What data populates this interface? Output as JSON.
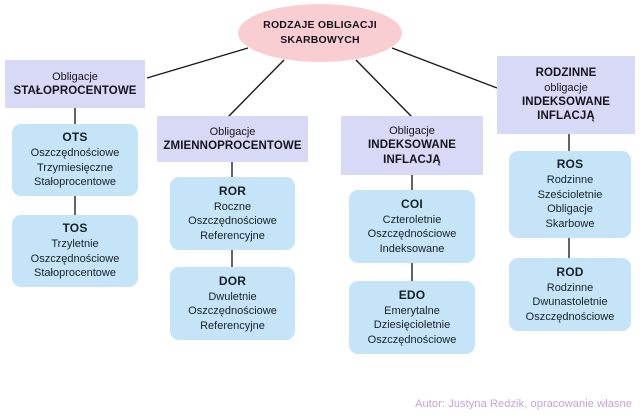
{
  "diagram": {
    "root": {
      "label_line1": "RODZAJE OBLIGACJI",
      "label_line2": "SKARBOWYCH",
      "color": "#f9ced3"
    },
    "category_color": "#d8d8f7",
    "bond_color": "#c6e4f8",
    "connector_color": "#1a1a1a",
    "branches": [
      {
        "id": "staloprocentowe",
        "header_lines": [
          {
            "text": "Obligacje",
            "bold": false
          },
          {
            "text": "STAŁOPROCENTOWE",
            "bold": true
          }
        ],
        "bonds": [
          {
            "code": "OTS",
            "lines": [
              "Oszczędnościowe",
              "Trzymiesięczne",
              "Stałoprocentowe"
            ]
          },
          {
            "code": "TOS",
            "lines": [
              "Trzyletnie",
              "Oszczędnościowe",
              "Stałoprocentowe"
            ]
          }
        ]
      },
      {
        "id": "zmiennoprocentowe",
        "header_lines": [
          {
            "text": "Obligacje",
            "bold": false
          },
          {
            "text": "ZMIENNOPROCENTOWE",
            "bold": true
          }
        ],
        "bonds": [
          {
            "code": "ROR",
            "lines": [
              "Roczne",
              "Oszczędnościowe",
              "Referencyjne"
            ]
          },
          {
            "code": "DOR",
            "lines": [
              "Dwuletnie",
              "Oszczędnościowe",
              "Referencyjne"
            ]
          }
        ]
      },
      {
        "id": "indeksowane-inflacja",
        "header_lines": [
          {
            "text": "Obligacje",
            "bold": false
          },
          {
            "text": "INDEKSOWANE",
            "bold": true
          },
          {
            "text": "INFLACJĄ",
            "bold": true
          }
        ],
        "bonds": [
          {
            "code": "COI",
            "lines": [
              "Czteroletnie",
              "Oszczędnościowe",
              "Indeksowane"
            ]
          },
          {
            "code": "EDO",
            "lines": [
              "Emerytalne",
              "Dziesięcioletnie",
              "Oszczędnościowe"
            ]
          }
        ]
      },
      {
        "id": "rodzinne",
        "header_lines": [
          {
            "text": "RODZINNE",
            "bold": true
          },
          {
            "text": "obligacje",
            "bold": false
          },
          {
            "text": "INDEKSOWANE",
            "bold": true
          },
          {
            "text": "INFLACJĄ",
            "bold": true
          }
        ],
        "bonds": [
          {
            "code": "ROS",
            "lines": [
              "Rodzinne",
              "Sześcioletnie",
              "Obligacje",
              "Skarbowe"
            ]
          },
          {
            "code": "ROD",
            "lines": [
              "Rodzinne",
              "Dwunastoletnie",
              "Oszczędnościowe"
            ]
          }
        ]
      }
    ]
  },
  "footer": {
    "text": "Autor: Justyna Redzik, opracowanie własne",
    "color": "#c9a0e0"
  }
}
